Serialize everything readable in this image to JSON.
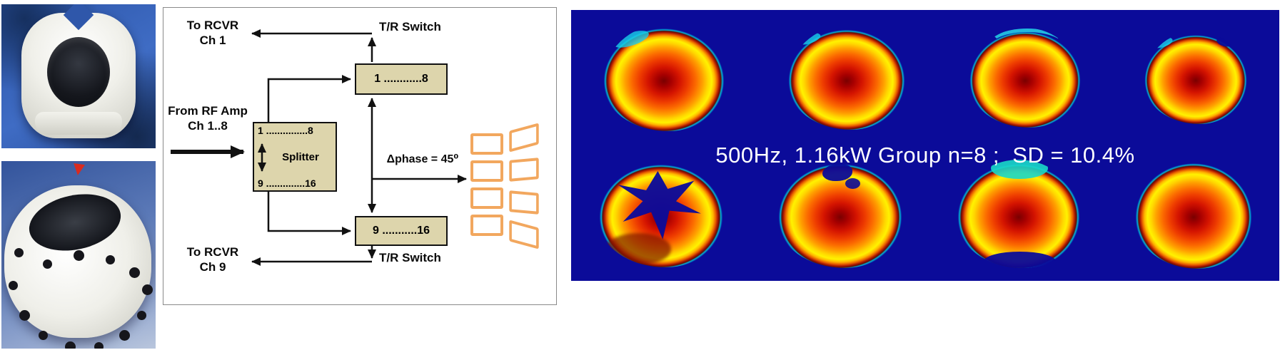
{
  "colors": {
    "accent_orange": "#f2a75e",
    "panel_navy": "#0b0b99",
    "box_fill": "#ddd5ac",
    "line": "#111111"
  },
  "diagram": {
    "rcvr_top_line1": "To RCVR",
    "rcvr_top_line2": "Ch 1",
    "tr_switch_top": "T/R Switch",
    "box_top": "1 ............8",
    "rf_amp_line1": "From RF Amp",
    "rf_amp_line2": "Ch 1..8",
    "splitter_top": "1 ...............8",
    "splitter_label": "Splitter",
    "splitter_bottom": "9 ..............16",
    "delta_phase": "Δphase = 45⁰",
    "box_bottom": "9 ...........16",
    "tr_switch_bottom": "T/R Switch",
    "rcvr_bottom_line1": "To RCVR",
    "rcvr_bottom_line2": "Ch 9"
  },
  "heatmap_panel": {
    "caption": "500Hz, 1.16kW Group n=8 ;  SD = 10.4%"
  }
}
